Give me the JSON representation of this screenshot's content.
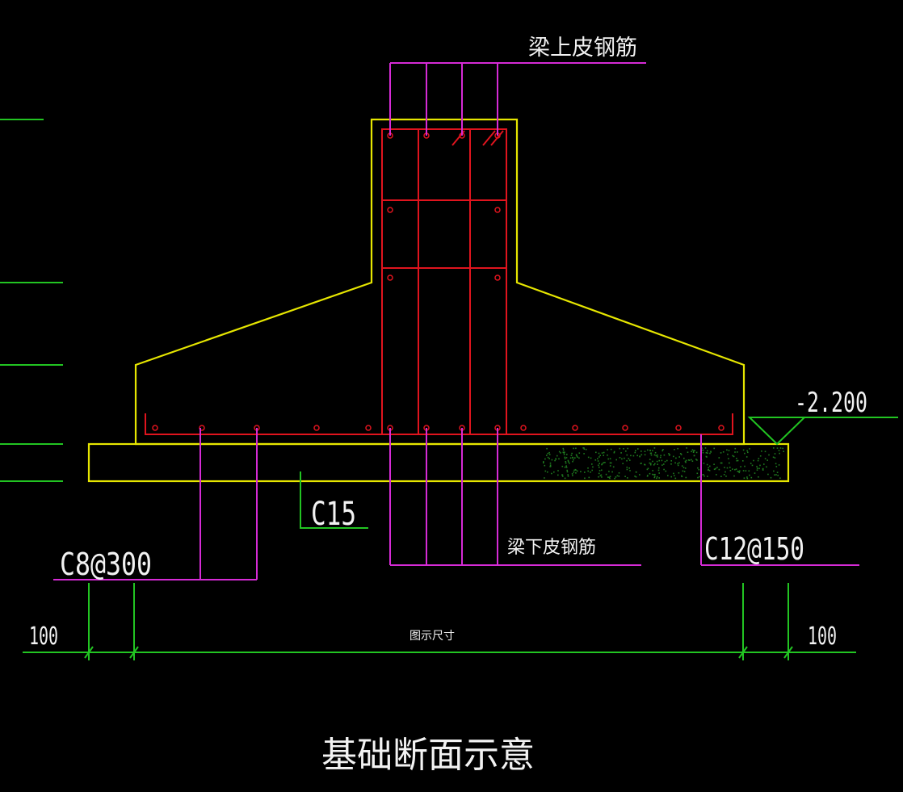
{
  "colors": {
    "background": "#000000",
    "concrete_outline": "#e6e600",
    "rebar": "#e0141e",
    "leader": "#d62bd6",
    "dimension": "#22c422",
    "text": "#f2f2f2",
    "hatch": "#1f7a1f"
  },
  "labels": {
    "top_rebar": "梁上皮钢筋",
    "bottom_rebar": "梁下皮钢筋",
    "elevation": "-2.200",
    "cushion_grade": "C15",
    "stirrup_spec": "C8@300",
    "bottom_mesh_spec": "C12@150",
    "dim_left": "100",
    "dim_right": "100",
    "dim_middle": "图示尺寸",
    "caption": "基础断面示意"
  }
}
